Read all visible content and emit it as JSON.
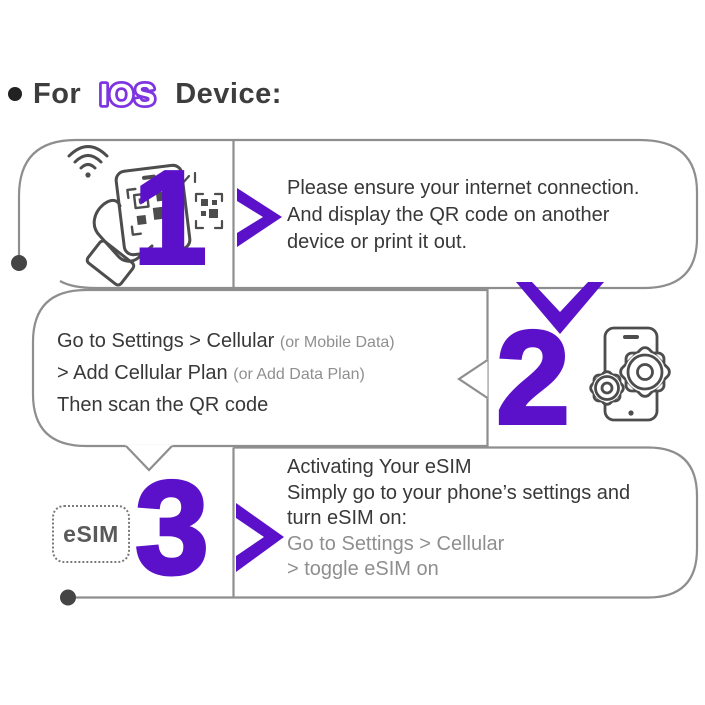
{
  "header": {
    "bullet": "•",
    "prefix": "For",
    "logo": "IOS",
    "suffix": "Device:"
  },
  "colors": {
    "accent_purple": "#5b11c9",
    "logo_purple": "#7e35e0",
    "outline_gray": "#8e8e8e",
    "text_dark": "#383838",
    "text_gray": "#8f8f8f"
  },
  "steps": {
    "one": {
      "number": "1",
      "icon": "hand-phone-qr-icon",
      "line1": "Please ensure your internet connection.",
      "line2": "And display the QR code on another",
      "line3": "device or print it out."
    },
    "two": {
      "number": "2",
      "icon": "phone-gears-icon",
      "line1_main": "Go to Settings > Cellular",
      "line1_note": "(or Mobile Data)",
      "line2_main": "> Add Cellular Plan",
      "line2_note": "(or Add Data Plan)",
      "line3": "Then scan the QR code"
    },
    "three": {
      "number": "3",
      "badge": "eSIM",
      "line1": "Activating Your eSIM",
      "line2": "Simply go to your phone’s settings and",
      "line3": "turn eSIM on:",
      "line4": "Go to Settings > Cellular",
      "line5": "> toggle eSIM on"
    }
  }
}
